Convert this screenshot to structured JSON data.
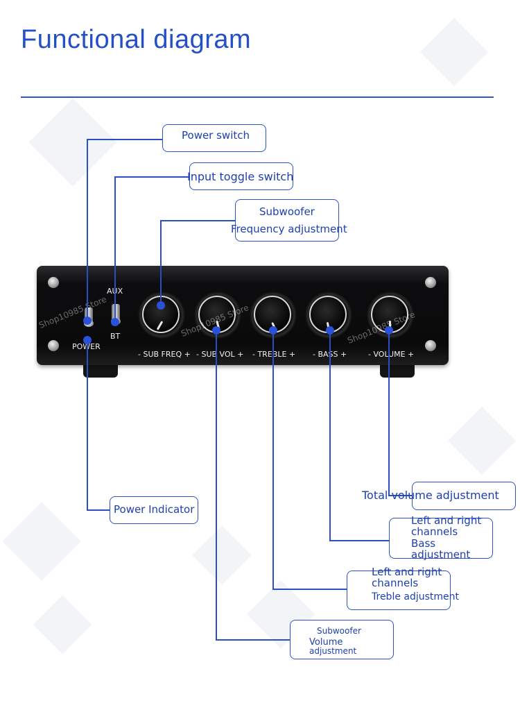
{
  "title": "Functional diagram",
  "callouts": {
    "power_switch": "Power switch",
    "input_toggle": "Input toggle switch",
    "sub_freq_1": "Subwoofer",
    "sub_freq_2": "Frequency adjustment",
    "power_indicator": "Power Indicator",
    "total_volume": "Total volume adjustment",
    "bass_1": "Left and right",
    "bass_2": "channels",
    "bass_3": "Bass",
    "bass_4": "adjustment",
    "treble_1": "Left and right",
    "treble_2": "channels",
    "treble_3": "Treble adjustment",
    "subvol_1": "Subwoofer",
    "subvol_2": "Volume",
    "subvol_3": "adjustment"
  },
  "panel": {
    "aux": "AUX",
    "bt": "BT",
    "power": "POWER",
    "sub_freq": "- SUB FREQ +",
    "sub_vol": "- SUB VOL +",
    "treble": "- TREBLE +",
    "bass": "- BASS +",
    "volume": "- VOLUME +",
    "watermark": "Shop10985 Store"
  },
  "colors": {
    "accent": "#2350c6",
    "line": "#2a4fc4",
    "device": "#0d0d0f"
  }
}
